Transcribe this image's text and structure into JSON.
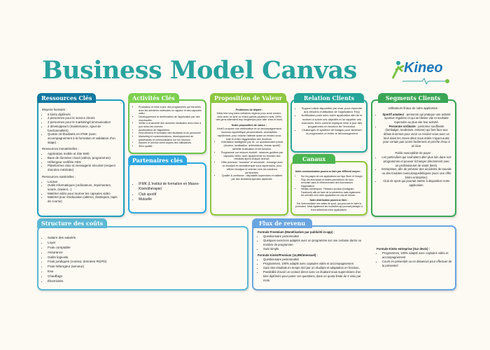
{
  "title": "Business Model Canvas",
  "logo": "Kineo",
  "colors": {
    "title": "#2aa39f",
    "ressources": "#1378a0",
    "activites": "#7ed04f",
    "partenaires": "#2da6e0",
    "proposition": "#8cc63f",
    "relation": "#26a59a",
    "canaux": "#4bb550",
    "segments": "#3aa655",
    "couts": "#5bb8d4",
    "revenu": "#6aa5e0"
  },
  "ressources": {
    "title": "Ressources Clés",
    "humains_label": "Moyens humains :",
    "humains": [
      "5 kinés diplômés",
      "2 personnes pour le service clients",
      "2 personnes pour le marketing/communication",
      "2 développeurs (maintenance, ajout de fonctionnalités)",
      "Quotas 40 Étudiants en IFMK (avec accompagnement à la formation et validation d'un stage)"
    ],
    "immateriel_label": "Ressources immatérielles :",
    "immateriel": [
      "Application mobile et Site Web",
      "Base de données cloud (vidéos, programmes)",
      "Hébergeur certifiée HDS",
      "Plateformes visio et messagerie sécurisé (respect données médicale)"
    ],
    "materiel_label": "Ressources matérielles :",
    "materiel": [
      "Locaux",
      "Outils informatiques (ordinateurs, imprimantes, souris, claviers...)",
      "Matériel vidéo pour tourner les capsules vidéo",
      "Matériel pour rééducation (altères, élastiques, tapis de course)"
    ]
  },
  "activites": {
    "title": "Activités Clés",
    "items": [
      "Production et mise à jour des programmes par les kinés avec les dernières méthodes en vigueur et des capsules vidéo",
      "Développement et amélioration de l'application par des nouveautés.",
      "Veiller à la sécurité des données médicales avec mise à jour selon les normes.",
      "Amélioration de l'algorithme.",
      "Recrutement et formation des étudiants et du personnel",
      "Marketing et communications, développement de partenariats et communication sur les réseaux.",
      "Assurer le service client auprès des utilisateurs.",
      "Suivi qualité."
    ]
  },
  "partenaires": {
    "title": "Partenaires clés",
    "items": [
      "IFMK (L'institut de formation en Masso-Kinésithérapie)",
      "Club sportif",
      "Mutuelle"
    ]
  },
  "proposition": {
    "title": "Proposition de Valeur",
    "probleme_label": "Problèmes de départ :",
    "probleme": "Délai très long dans certaines régions pour avoir rendez-vous avec un kiné ou il faut parfois plusieurs mois. (90% des gens attendent trop longtemps pour aller chez le kiné)",
    "notre_label": "Notre proposition de valeur :",
    "notre": "KinéO propose une rééducation et un accompagnement musculo-squelettique personnalisés, accessibles rapidement, pour réduire l'attente avant un rendez-vous kiné et éviter l'aggravation des douleurs.",
    "items": [
      "Orientation intelligente par IA : un questionnaire précis (douleur, localisation, antécédents, niveau sportif) identifie la situation et les besoins.",
      "Programme sur mesure évolutif : séances guidées par capsules vidéo, avec ajustements en fonction des résultats après chaque séance.",
      "Offre premium \"humaine\" et sécurisée : échange avec un étudiant en kinésithérapie sous supervision, pour affiner l'analyse et orienter vers les solutions pertinentes.",
      "Qualité & confiance : dispositifs supervisés et validés par des kinésithérapeutes diplômés."
    ]
  },
  "relation": {
    "title": "Relation Clients",
    "items": [
      "Support client disponible par chat, pour répondre aux besoins d'utilisation de l'application. FAQ",
      "Notification push avec notre application afin de le motiver à suivre ces objectifs et lui rappeler ces exercices. Avec comme expliqué mise à jour des programmes en fonction de l'évolution.",
      "Challenges et système de badges pour favoriser la progression et éviter le découragement"
    ]
  },
  "canaux": {
    "title": "Canaux",
    "comm_label": "Notre communication pourra se faire par différent moyen :",
    "comm": [
      "Sur les pages de nos applications sur App Store et Google Play, les avis laissé et étoiles permettront de nous remonter dans le référencement des fournisseurs d'application.",
      "Médias numériques : Réseaux sociaux (Instagram, Facebook) afin de faire de la prévention mais également les orientés vers notre application en cas de besoin."
    ],
    "distrib_label": "Notre distribution pourra se faire :",
    "distrib": "Par l'intermédiaire des salles de sport, qui pourront en faire la promotion. Mais également les mutuelles qui pourrait partager à leurs adhérents notre applications."
  },
  "segments": {
    "title": "Segments Clients",
    "intro": "Utilisateurs finaux de notre application :",
    "users": [
      {
        "bold": "Sportif amateur",
        "text": " : personne qui pratique une activité sportive régulière et qui se blesse vite et souhaite reprendre au plus vite leur activité."
      },
      {
        "bold": "Personne ordinaire",
        "text": " : personne souffrante (lombalgie, tendinites, entorse) qui font face aux délais énormes pour avoir un rendez-vous avec un kiné dans les zones dites sous dotés n'ayant aussi pour certain pas accès facilement et proche d'eux à un kine."
      }
    ],
    "payer_label": "Public susceptible de payer :",
    "payers": [
      "Les particuliers qui souhaitent aller plus loin dans nos programmes et pouvoir échanger directement avec un professionnel de santé (kiné).",
      "Entreprises, afin de prévenir des accidents de travails ou des troubles musculosquelettiques (avec une offre kinéo entreprise).",
      "Club de sport qui pourrait mettre à disposition notre application."
    ]
  },
  "couts": {
    "title": "Structure des coûts",
    "items": [
      "Salaire des salariés",
      "Loyer",
      "Frais comptable",
      "Assurance",
      "Outils logiciels",
      "Frais juridiques (contrat, données RGPD)",
      "Frais hébergeur (serveur)",
      "Eau",
      "Chauffage",
      "Électricités"
    ]
  },
  "revenu": {
    "title": "Flux de revenu",
    "freemium_label": "Formule Freemium (Monétisation par publicité in-app) :",
    "freemium": [
      "Questionnaire personnalisé",
      "Quelques exercices adaptés avec un programme sur une certaine durée ou nombre de programme.",
      "Suivi simple"
    ],
    "premium_label": "Formule Kinéo/Premium (14,99€/mensuel) :",
    "premium": [
      "Questionnaire personnalisé",
      "Programmes, 100% adapté avec capsules vidéo et accompagnement",
      "Suivi des résultats en temps réel par un étudiant et adaptation en fonction.",
      "Possibilité d'avoir un contact direct avec un étudiant sous supervisions d'un kiné diplômés pour poser ces questions, dans un quota limite de 2 visio par mois."
    ],
    "entreprise_label": "Formule Kinéo entreprise (Sur devis) :",
    "entreprise": [
      "Programmes, 100% adapté avec capsules vidéo et accompagnement",
      "Cours en présentiel ou en distanciel pour effectuer de la présentiel"
    ]
  }
}
